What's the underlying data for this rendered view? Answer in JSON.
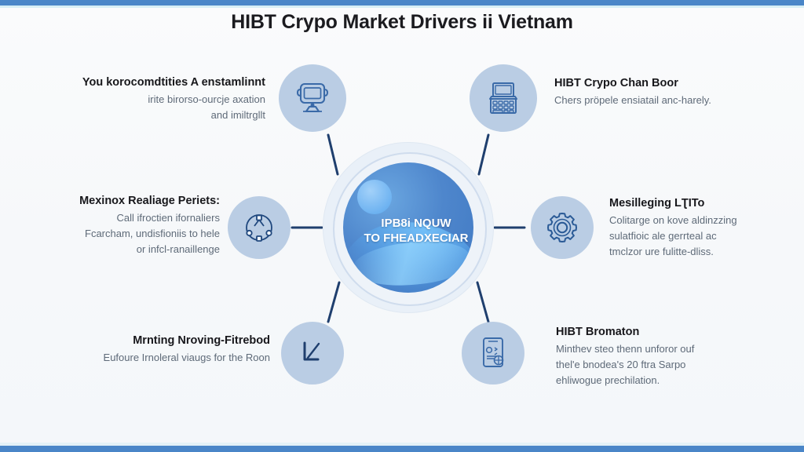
{
  "title": "HIBT Crypo Market Drivers ii Vietnam",
  "hub": {
    "text_line1": "IPB8i NQUW",
    "text_line2": "TO FHEADXECIAR"
  },
  "colors": {
    "accent": "#4a86c8",
    "node_fill": "#bacde4",
    "spoke": "#1f3f6e",
    "hub_core": "#4e86cc",
    "background": "#f7f9fb",
    "heading_text": "#17171b",
    "body_text": "#5e6a78"
  },
  "nodes": [
    {
      "id": "top-left",
      "icon": "monitor-icon",
      "heading": "You korocomdtities A enstamlinnt",
      "body": "irite birorso-ourcje axation\nand imiltrgllt"
    },
    {
      "id": "top-right",
      "icon": "calculator-icon",
      "heading": "HIBT Crypo Chan Boor",
      "body": "Chers pröpele ensiatail anc-harely."
    },
    {
      "id": "middle-left",
      "icon": "network-nodes-icon",
      "heading": "Mexinox Realiage Periets:",
      "body": "Call ifroctien ifornaliers\nFcarcham, undisfioniis to hele\nor infcl-ranaillenge"
    },
    {
      "id": "middle-right",
      "icon": "gear-icon",
      "heading": "Mesilleging LƮITo",
      "body": "Colitarge on kove aldinzzing\nsulatfioic ale gerrteal ac\ntmclzor ure fulitte-dliss."
    },
    {
      "id": "bottom-left",
      "icon": "arrow-down-left-icon",
      "heading": "Mrnting Nroving-Fitrebod",
      "body": "Eufoure Irnoleral viaugs for the Roon"
    },
    {
      "id": "bottom-right",
      "icon": "mobile-document-icon",
      "heading": "HIBT Bromaton",
      "body": "Minthev steo thenn unforor ouf\nthel'e bnodea's 20 ftra Sarpo\nehliwogue prechilation."
    }
  ]
}
